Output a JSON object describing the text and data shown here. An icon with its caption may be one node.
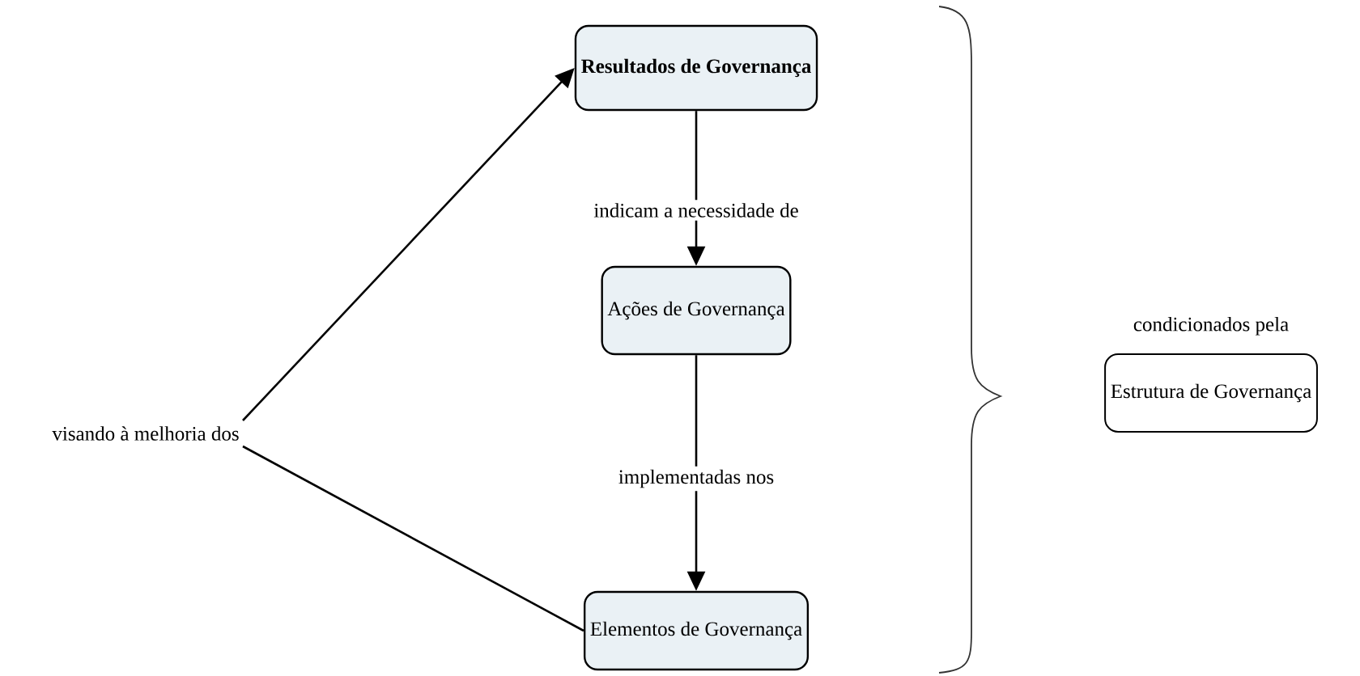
{
  "diagram": {
    "nodes": [
      {
        "text": [
          "Resultados de Governança"
        ]
      },
      {
        "text": [
          "Ações de Governança"
        ]
      },
      {
        "text": [
          "Elementos de Governança"
        ]
      },
      {
        "text": [
          "Estrutura de Governança"
        ],
        "beside": [
          "condicionados pela"
        ]
      },
      {
        "text": [
          "visando à melhoria dos"
        ]
      }
    ],
    "edges": [
      {
        "from": 0,
        "to": 1,
        "arrow": "to",
        "label": "indicam a necessidade de"
      },
      {
        "from": 1,
        "to": 2,
        "arrow": "to",
        "label": "implementadas nos"
      },
      {
        "from": 2,
        "to": 4,
        "arrow": "none"
      },
      {
        "from": 4,
        "to": 0,
        "arrow": "to"
      }
    ]
  }
}
